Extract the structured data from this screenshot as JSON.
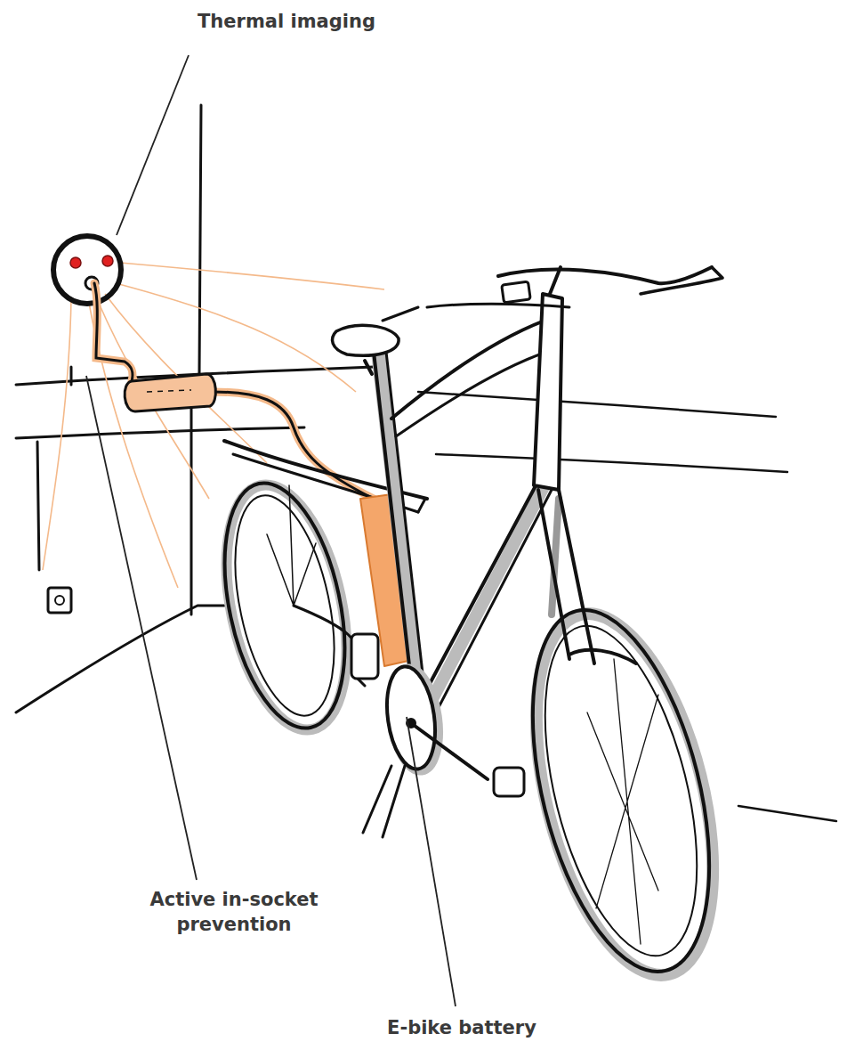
{
  "diagram": {
    "labels": [
      "Thermal imaging",
      "Active in-socket prevention",
      "E-bike battery"
    ]
  }
}
